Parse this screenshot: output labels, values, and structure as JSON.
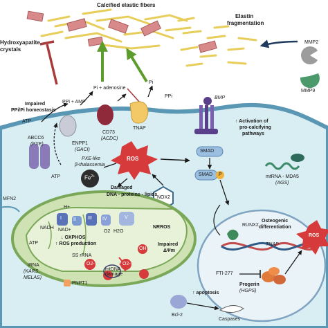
{
  "top": {
    "calcified_fibers": "Calcified elastic fibers",
    "hydroxyapatite": "Hydroxyapatite",
    "crystals": "crystals",
    "elastin_fragmentation_1": "Elastin",
    "elastin_fragmentation_2": "fragmentation",
    "mmp2": "MMP2",
    "mmp9": "MMP9"
  },
  "extracellular": {
    "impaired_1": "Impaired",
    "impaired_2": "PPi/Pi homeostasis",
    "ppi_amp": "PPi + AMP",
    "pi_adenosine": "Pi + adenosine",
    "pi": "Pi",
    "ppi": "PPi",
    "atp_out": "ATP",
    "abcc6": "ABCC6",
    "abcc6_gene": "(PXE)",
    "enpp1": "ENPP1",
    "enpp1_gene": "(GACI)",
    "cd73": "CD73",
    "cd73_gene": "(ACDC)",
    "tnap": "TNAP",
    "bmp": "BMP",
    "activation_1": "↑ Activation of",
    "activation_2": "pro-calcifying",
    "activation_3": "pathways"
  },
  "cell": {
    "pxe_like": "PXE-like",
    "b_thal": "β-thalassemia",
    "ros": "ROS",
    "fe": "Fe",
    "fe_sup": "2+",
    "damaged": "Damaged",
    "dna": "DNA - proteins - lipids",
    "smad": "SMAD",
    "smad2": "SMAD",
    "p": "P",
    "mtrna_1": "mtRNA - MDA5",
    "mtrna_2": "(AGS)",
    "atp_in": "ATP",
    "mfn2": "MFN2",
    "nox2": "NOX2",
    "nrros": "NRROS",
    "runx2": "RUNX2",
    "osteo_1": "Osteogenic",
    "osteo_2": "differentiation",
    "tnap_gene": "TNAP",
    "fti": "FTI-277",
    "progerin": "Progerin",
    "hgps": "(HGPS)",
    "ros_right": "ROS",
    "apoptosis": "↑ apoptosis",
    "caspases": "Caspases",
    "bcl2": "Bcl-2"
  },
  "mito": {
    "atp": "ATP",
    "trna": "tRNA",
    "kars": "(KARS,",
    "melas": "MELAS)",
    "oxphos": "↓ OXPHOS",
    "ros_prod": "↑ ROS production",
    "ss_rrna": "SS rRNA",
    "pnpt1": "PNPT1",
    "mtdna_1": "mtDNA",
    "mtdna_2": "damage",
    "impaired": "Impaired",
    "delta_psi": "ΔΨm",
    "nadh": "NADH",
    "nad": "NAD+",
    "o2": "O2",
    "h2o": "H2O",
    "roman_1": "I",
    "roman_2": "II",
    "roman_3": "III",
    "roman_4": "IV",
    "roman_5": "V",
    "hplus": "H+",
    "o2minus": "O2-",
    "oh": "OH"
  },
  "colors": {
    "cell_fill": "#d9eef3",
    "membrane": "#5a97b4",
    "fiber": "#e7cd5a",
    "crystal": "#d88a8a",
    "ros_red": "#d63a3a",
    "inhibit_red": "#a83b3b",
    "activate_green": "#5c9c2b",
    "mito_fill": "#cfe2b4",
    "mito_edge": "#7aa858",
    "nucleus": "#7fa3c0",
    "dark_navy": "#1f3a5e"
  },
  "icons": [
    "ros-burst-icon",
    "inhibit-bar-icon",
    "activation-arrow-icon",
    "receptor-icon",
    "dna-helix-icon",
    "enzyme-icon"
  ]
}
